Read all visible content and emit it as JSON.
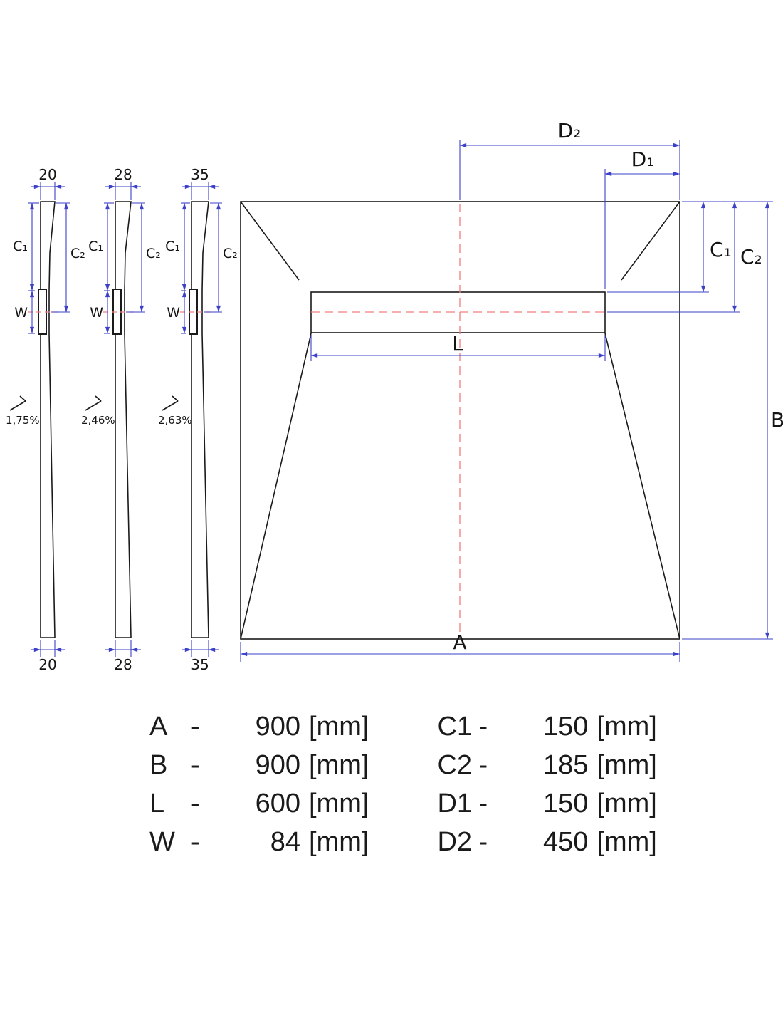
{
  "drawing": {
    "plan": {
      "label_a": "A",
      "label_b": "B",
      "label_l": "L",
      "label_c1": "C₁",
      "label_c2": "C₂",
      "label_d1": "D₁",
      "label_d2": "D₂"
    },
    "sections": [
      {
        "thickness_top": "20",
        "thickness_bottom": "20",
        "label_c1": "C₁",
        "label_c2": "C₂",
        "label_w": "W",
        "slope": "1,75%"
      },
      {
        "thickness_top": "28",
        "thickness_bottom": "28",
        "label_c1": "C₁",
        "label_c2": "C₂",
        "label_w": "W",
        "slope": "2,46%"
      },
      {
        "thickness_top": "35",
        "thickness_bottom": "35",
        "label_c1": "C₁",
        "label_c2": "C₂",
        "label_w": "W",
        "slope": "2,63%"
      }
    ]
  },
  "table": {
    "left": [
      {
        "name": "A",
        "dash": "-",
        "value": "900",
        "unit": "[mm]"
      },
      {
        "name": "B",
        "dash": "-",
        "value": "900",
        "unit": "[mm]"
      },
      {
        "name": "L",
        "dash": "-",
        "value": "600",
        "unit": "[mm]"
      },
      {
        "name": "W",
        "dash": "-",
        "value": "84",
        "unit": "[mm]"
      }
    ],
    "right": [
      {
        "name": "C1",
        "dash": "-",
        "value": "150",
        "unit": "[mm]"
      },
      {
        "name": "C2",
        "dash": "-",
        "value": "185",
        "unit": "[mm]"
      },
      {
        "name": "D1",
        "dash": "-",
        "value": "150",
        "unit": "[mm]"
      },
      {
        "name": "D2",
        "dash": "-",
        "value": "450",
        "unit": "[mm]"
      }
    ]
  },
  "colors": {
    "outline": "#1a1a1a",
    "dimension": "#3c41c8",
    "centerline": "#f07d7d",
    "hatch": "#b5342c"
  }
}
